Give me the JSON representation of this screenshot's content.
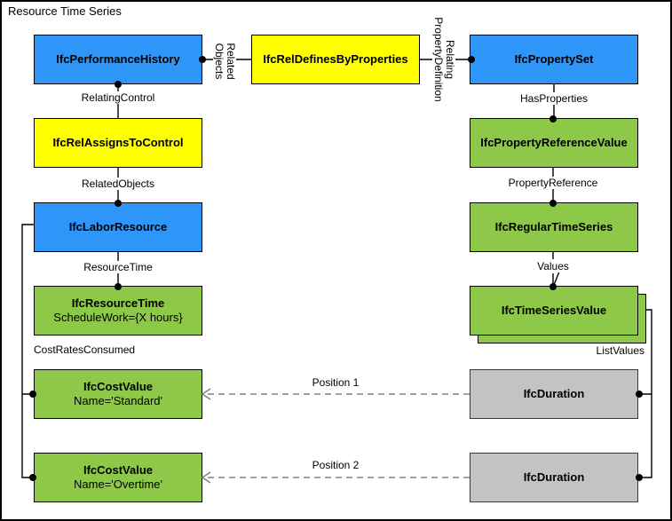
{
  "title": "Resource Time Series",
  "colors": {
    "entity_blue": "#2e96f8",
    "relationship_yellow": "#ffff00",
    "instance_green": "#8dc849",
    "type_gray": "#c3c3c3",
    "line_black": "#000000",
    "dashed_gray": "#808080"
  },
  "nodes": {
    "performance_history": {
      "label": "IfcPerformanceHistory"
    },
    "rel_defines_by_properties": {
      "label": "IfcRelDefinesByProperties"
    },
    "property_set": {
      "label": "IfcPropertySet"
    },
    "rel_assigns_to_control": {
      "label": "IfcRelAssignsToControl"
    },
    "property_reference_value": {
      "label": "IfcPropertyReferenceValue"
    },
    "labor_resource": {
      "label": "IfcLaborResource"
    },
    "regular_time_series": {
      "label": "IfcRegularTimeSeries"
    },
    "resource_time": {
      "label": "IfcResourceTime",
      "attribute": "ScheduleWork={X hours}"
    },
    "time_series_value": {
      "label": "IfcTimeSeriesValue"
    },
    "cost_value_standard": {
      "label": "IfcCostValue",
      "attribute": "Name='Standard'"
    },
    "cost_value_overtime": {
      "label": "IfcCostValue",
      "attribute": "Name='Overtime'"
    },
    "duration_1": {
      "label": "IfcDuration"
    },
    "duration_2": {
      "label": "IfcDuration"
    }
  },
  "edges": {
    "related_objects_vertical": {
      "line1": "Related",
      "line2": "Objects"
    },
    "relating_property_definition": {
      "line1": "Relating",
      "line2": "PropertyDefinition"
    },
    "relating_control": "RelatingControl",
    "has_properties": "HasProperties",
    "related_objects": "RelatedObjects",
    "property_reference": "PropertyReference",
    "resource_time": "ResourceTime",
    "values": "Values",
    "cost_rates_consumed": "CostRatesConsumed",
    "list_values": "ListValues",
    "position_1": "Position 1",
    "position_2": "Position 2"
  }
}
